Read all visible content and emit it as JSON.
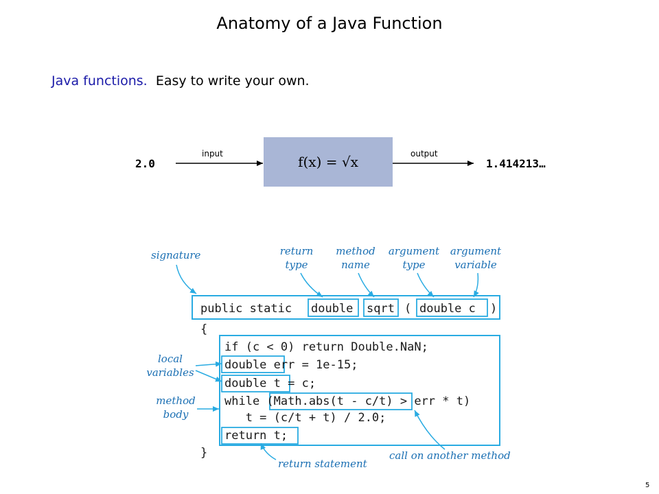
{
  "title": "Anatomy of a Java Function",
  "subtitle": {
    "lead": "Java functions.",
    "text": "Easy to write your own."
  },
  "function_box": {
    "input_value": "2.0",
    "input_label": "input",
    "output_label": "output",
    "output_value": "1.414213…",
    "formula": "f(x) = √x"
  },
  "annotations": {
    "signature": "signature",
    "return_type": [
      "return",
      "type"
    ],
    "method_name": [
      "method",
      "name"
    ],
    "argument_type": [
      "argument",
      "type"
    ],
    "argument_variable": [
      "argument",
      "variable"
    ],
    "local_variables": [
      "local",
      "variables"
    ],
    "method_body": [
      "method",
      "body"
    ],
    "return_statement": "return statement",
    "call_on_another_method": "call on another method"
  },
  "code": {
    "signature": [
      "public static",
      "double",
      "sqrt",
      "(",
      "double c",
      ")"
    ],
    "open_brace": "{",
    "lines": [
      "if (c < 0) return Double.NaN;",
      "double err = 1e-15;",
      "double t = c;",
      "while (Math.abs(t - c/t) > err * t)",
      "   t = (c/t + t) / 2.0;",
      "return t;"
    ],
    "close_brace": "}"
  },
  "colors": {
    "accent": "#29abe2",
    "annotation": "#1a6fb3",
    "box_fill": "#a9b6d6",
    "subtitle_lead": "#1a1aa8"
  },
  "page_number": "5"
}
